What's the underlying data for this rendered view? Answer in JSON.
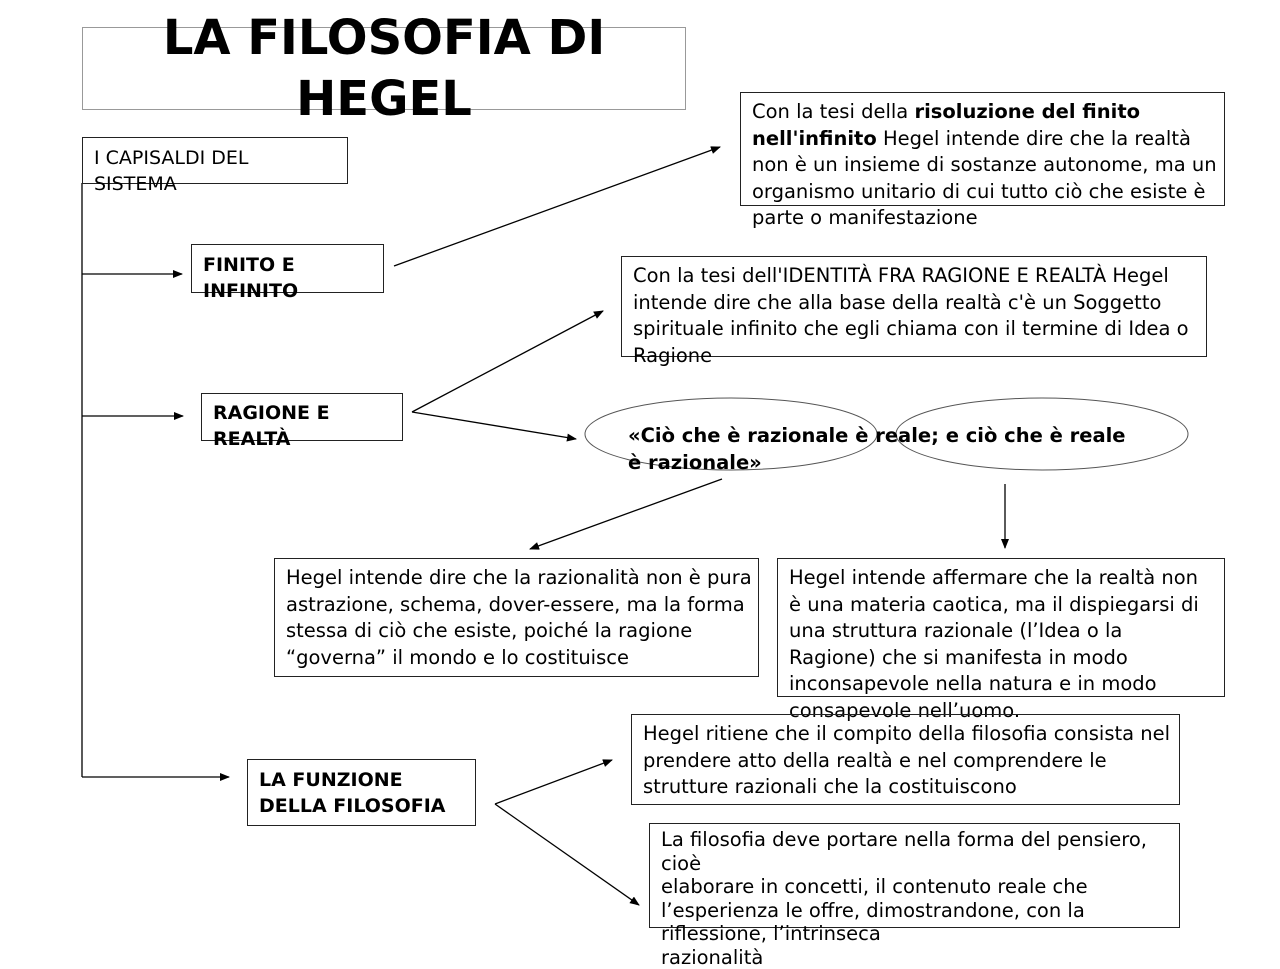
{
  "title": "LA FILOSOFIA DI HEGEL",
  "capisaldi": "I CAPISALDI DEL SISTEMA",
  "finito": {
    "label": "FINITO E INFINITO",
    "desc": {
      "pre": "Con la tesi della ",
      "bold": "risoluzione del finito nell'infinito",
      "post": " Hegel intende dire che la realtà non è un insieme di sostanze autonome, ma un organismo unitario di cui tutto ciò che esiste è parte o manifestazione"
    }
  },
  "ragione": {
    "label": "RAGIONE E REALTÀ",
    "desc": "Con la tesi dell'IDENTITÀ FRA RAGIONE E REALTÀ Hegel intende dire che alla base della realtà c'è un Soggetto spirituale infinito che egli chiama con il termine di Idea o Ragione",
    "quote": "«Ciò che è razionale è reale; e ciò che è reale è razionale»",
    "left_desc": "Hegel intende dire che la razionalità non è pura astrazione, schema, dover-essere, ma la forma stessa di ciò che esiste, poiché la ragione “governa” il mondo e lo costituisce",
    "right_desc": {
      "l1": "Hegel intende affermare che la realtà non è una materia caotica, ma il dispiegarsi di",
      "l2": "una struttura razionale (l’Idea o la Ragione) che si manifesta in modo inconsapevole nella natura e in modo consapevole nell’uomo."
    }
  },
  "funzione": {
    "label": "LA FUNZIONE DELLA FILOSOFIA",
    "desc1": "Hegel ritiene che il compito della filosofia consista nel prendere atto della realtà e nel comprendere le strutture razionali che la costituiscono",
    "desc2": {
      "l1": "La filosofia deve portare nella forma del pensiero, cioè",
      "l2": "elaborare in concetti, il contenuto reale che l’esperienza le offre, dimostrandone, con la riflessione, l’intrinseca",
      "l3": "razionalità"
    }
  }
}
